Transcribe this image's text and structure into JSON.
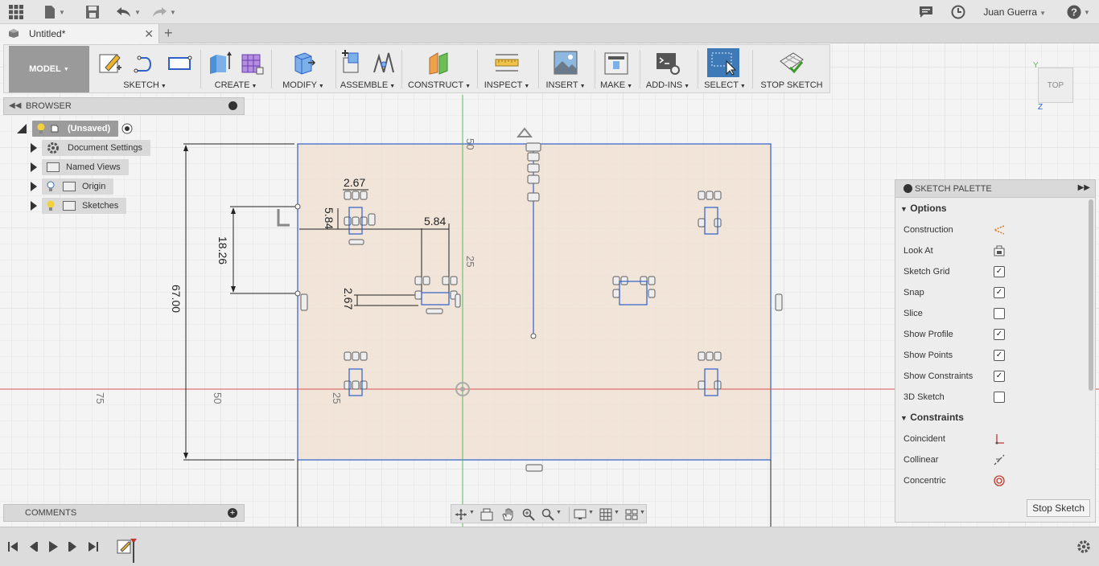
{
  "topbar": {
    "user": "Juan Guerra"
  },
  "tab": {
    "title": "Untitled*"
  },
  "toolbar": {
    "model": "MODEL",
    "groups": [
      "SKETCH",
      "CREATE",
      "MODIFY",
      "ASSEMBLE",
      "CONSTRUCT",
      "INSPECT",
      "INSERT",
      "MAKE",
      "ADD-INS",
      "SELECT",
      "STOP SKETCH"
    ]
  },
  "browser": {
    "title": "BROWSER",
    "root": "(Unsaved)",
    "items": [
      "Document Settings",
      "Named Views",
      "Origin",
      "Sketches"
    ]
  },
  "comments": {
    "title": "COMMENTS"
  },
  "viewcube": {
    "face": "TOP",
    "axis_y": "Y",
    "axis_z": "Z"
  },
  "palette": {
    "title": "SKETCH PALETTE",
    "options_header": "Options",
    "options": [
      {
        "label": "Construction",
        "control": "construction-icon"
      },
      {
        "label": "Look At",
        "control": "look-at-icon"
      },
      {
        "label": "Sketch Grid",
        "checked": true
      },
      {
        "label": "Snap",
        "checked": true
      },
      {
        "label": "Slice",
        "checked": false
      },
      {
        "label": "Show Profile",
        "checked": true
      },
      {
        "label": "Show Points",
        "checked": true
      },
      {
        "label": "Show Constraints",
        "checked": true
      },
      {
        "label": "3D Sketch",
        "checked": false
      }
    ],
    "constraints_header": "Constraints",
    "constraints": [
      {
        "label": "Coincident",
        "control": "coincident-icon"
      },
      {
        "label": "Collinear",
        "control": "collinear-icon"
      },
      {
        "label": "Concentric",
        "control": "concentric-icon"
      }
    ],
    "stop_button": "Stop Sketch"
  },
  "sketch": {
    "dims": [
      "2.67",
      "5.84",
      "5.84",
      "18.26",
      "67.00",
      "2.67"
    ],
    "axis_labels": [
      "50",
      "25",
      "75",
      "50",
      "25"
    ]
  },
  "colors": {
    "sketch_fill": "#f0e1d2",
    "sketch_line": "#2f5fc9",
    "axis_red": "#d9534f",
    "axis_green": "#5cb85c"
  }
}
